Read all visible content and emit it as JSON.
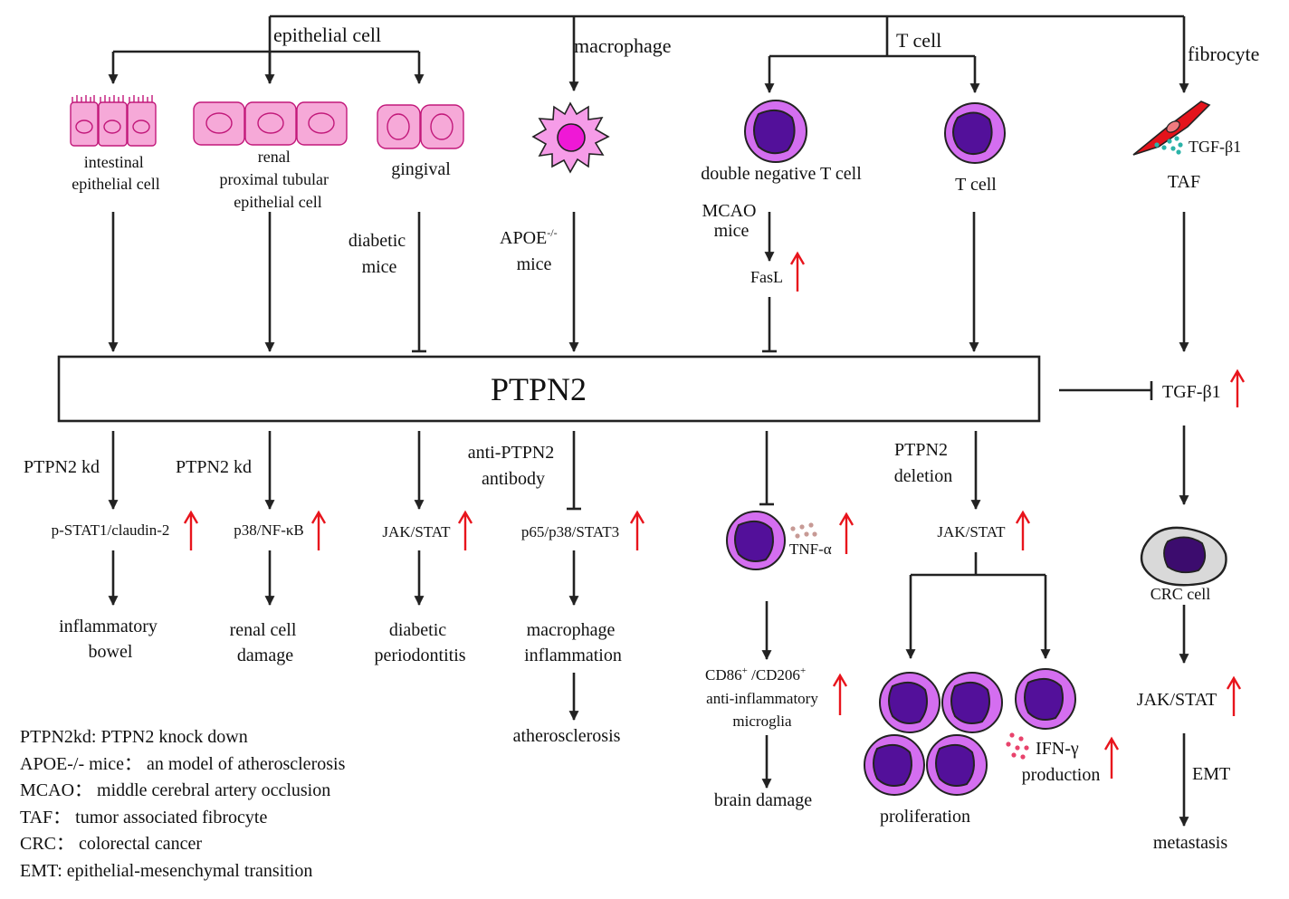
{
  "header": {
    "epithelial": "epithelial cell",
    "macrophage": "macrophage",
    "tcell": "T cell",
    "fibrocyte": "fibrocyte"
  },
  "cells": {
    "intestinal": [
      "intestinal",
      "epithelial cell"
    ],
    "renal": [
      "renal",
      "proximal tubular",
      "epithelial cell"
    ],
    "gingival": "gingival",
    "dnt": "double negative T cell",
    "tcell": "T cell",
    "tgf_small": "TGF-β1",
    "taf": "TAF"
  },
  "upstream": {
    "diabetic": [
      "diabetic",
      "mice"
    ],
    "apoe_base": "APOE",
    "apoe_sup": "-/-",
    "apoe_mice": "mice",
    "mcao": [
      "MCAO",
      "mice"
    ],
    "fasl": "FasL"
  },
  "center": {
    "ptpn2": "PTPN2",
    "tgf_right": "TGF-β1"
  },
  "downstream": {
    "col1": {
      "cond": "PTPN2 kd",
      "mediator": "p-STAT1/claudin-2",
      "outcome": [
        "inflammatory",
        "bowel"
      ]
    },
    "col2": {
      "cond": "PTPN2 kd",
      "mediator": "p38/NF-κB",
      "outcome": [
        "renal cell",
        "damage"
      ]
    },
    "col3": {
      "mediator": "JAK/STAT",
      "outcome": [
        "diabetic",
        "periodontitis"
      ]
    },
    "col4": {
      "cond": [
        "anti-PTPN2",
        "antibody"
      ],
      "mediator": "p65/p38/STAT3",
      "outcome": [
        "macrophage",
        "inflammation"
      ],
      "final": "atherosclerosis"
    },
    "col5": {
      "tnf": "TNF-α",
      "cd_a": "CD86",
      "cd_b": " /CD206",
      "cd_sup": "+",
      "line2": "anti-inflammatory",
      "line3": "microglia",
      "final": "brain damage"
    },
    "col6": {
      "cond": [
        "PTPN2",
        "deletion"
      ],
      "mediator": "JAK/STAT",
      "prolif": "proliferation",
      "ifn": "IFN-γ",
      "production": "production"
    },
    "col7": {
      "crc": "CRC cell",
      "mediator": "JAK/STAT",
      "emt": "EMT",
      "final": "metastasis"
    }
  },
  "legend": [
    "PTPN2kd: PTPN2 knock down",
    "APOE-/- mice： an model of atherosclerosis",
    "MCAO： middle cerebral artery occlusion",
    "TAF： tumor associated fibrocyte",
    "CRC： colorectal cancer",
    "EMT: epithelial-mesenchymal transition"
  ],
  "colors": {
    "epithelial_fill": "#f6a9d8",
    "epithelial_stroke": "#c2187a",
    "macrophage_fill": "#f69ce8",
    "macrophage_nucleus": "#ef18d6",
    "lymph_outer": "#d46ef0",
    "lymph_nucleus": "#53109a",
    "fibrocyte": "#e4131b",
    "tgf_dots": "#2bb3a8",
    "tnf_dots": "#c79a95",
    "ifn_dots": "#e8436c",
    "crc_outer": "#d9d9d9",
    "crc_nucleus": "#3c0c6e",
    "up_arrow": "#e8141c"
  }
}
